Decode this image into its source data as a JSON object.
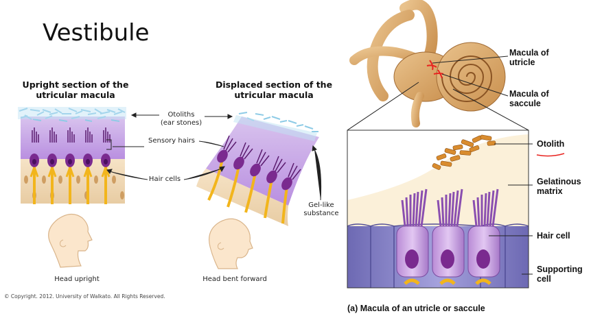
{
  "slide": {
    "title": "Vestibule",
    "copyright": "© Copyright. 2012. University of Walkato. All Rights Reserved."
  },
  "left_panel": {
    "upright_title": "Upright section of the utricular macula",
    "displaced_title": "Displaced section of the utricular macula",
    "labels": {
      "otoliths": "Otoliths",
      "otoliths_sub": "(ear stones)",
      "sensory_hairs": "Sensory hairs",
      "hair_cells": "Hair cells",
      "gel": "Gel-like substance",
      "head_upright": "Head upright",
      "head_bent": "Head bent forward"
    }
  },
  "right_panel": {
    "labels": {
      "macula_utricle": "Macula of utricle",
      "macula_saccule": "Macula of saccule",
      "otolith": "Otolith",
      "gelatinous_matrix": "Gelatinous matrix",
      "hair_cell": "Hair cell",
      "supporting_cell": "Supporting cell"
    },
    "caption": "(a) Macula of an utricle or saccule"
  },
  "colors": {
    "otolith_blue": "#bfe3f3",
    "gel_purple": "#c9a2e4",
    "tissue_tan": "#f1dcbd",
    "hair_cell_purple": "#7a2a8f",
    "nerve_yellow": "#f2b51c",
    "skin": "#fbe6cc",
    "otolith_orange": "#d98c2e",
    "matrix_cream": "#fbf0d9",
    "support_purple": "#8a86c8",
    "annotation_red": "#e8231f"
  }
}
